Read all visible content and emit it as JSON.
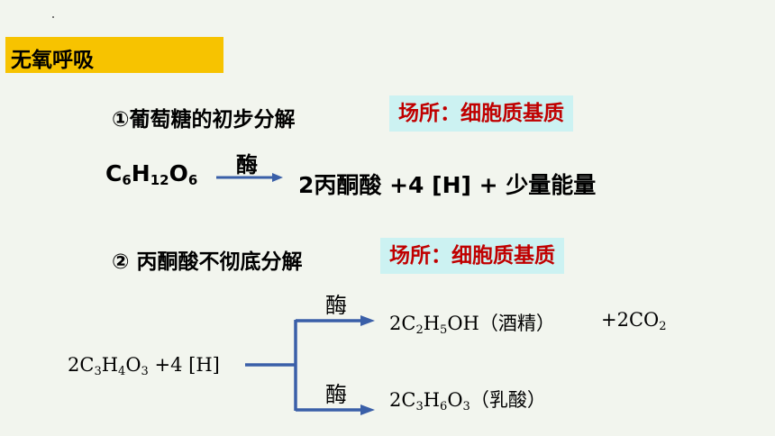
{
  "title": "无氧呼吸",
  "step1": {
    "heading": "①葡萄糖的初步分解",
    "location": "场所：细胞质基质",
    "reactant": {
      "c": "C",
      "c_n": "6",
      "h": "H",
      "h_n": "12",
      "o": "O",
      "o_n": "6"
    },
    "enzyme": "酶",
    "products": "2丙酮酸 +4 [H] + 少量能量"
  },
  "step2": {
    "heading": "②  丙酮酸不彻底分解",
    "location": "场所：细胞质基质",
    "reactant": {
      "coef": "2C",
      "n1": "3",
      "h": "H",
      "n2": "4",
      "o": "O",
      "n3": "3",
      "rest": " +4 [H]"
    },
    "enzyme_upper": "酶",
    "enzyme_lower": "酶",
    "product_upper": {
      "coef": "2C",
      "n1": "2",
      "h": "H",
      "n2": "5",
      "rest": "OH（酒精）",
      "co2": "+2CO",
      "co2_n": "2"
    },
    "product_lower": {
      "coef": "2C",
      "n1": "3",
      "h": "H",
      "n2": "6",
      "o": "O",
      "n3": "3",
      "rest": "（乳酸）"
    }
  },
  "colors": {
    "title_bg": "#f7c300",
    "location_bg": "#ccf2f2",
    "location_text": "#c00000",
    "arrow": "#3a5fa8"
  }
}
